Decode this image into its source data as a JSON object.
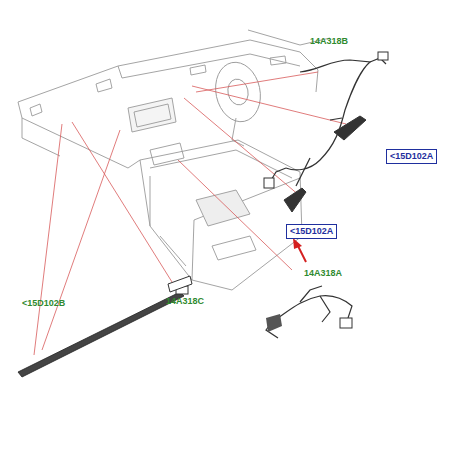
{
  "diagram": {
    "nodes": [
      {
        "text": [
          "<15D102A"
        ]
      },
      {
        "text": [
          "<15D102A"
        ]
      }
    ],
    "edges": [],
    "labels": [
      "14A318B",
      "<15D102B",
      "14A318C",
      "14A318A"
    ]
  }
}
